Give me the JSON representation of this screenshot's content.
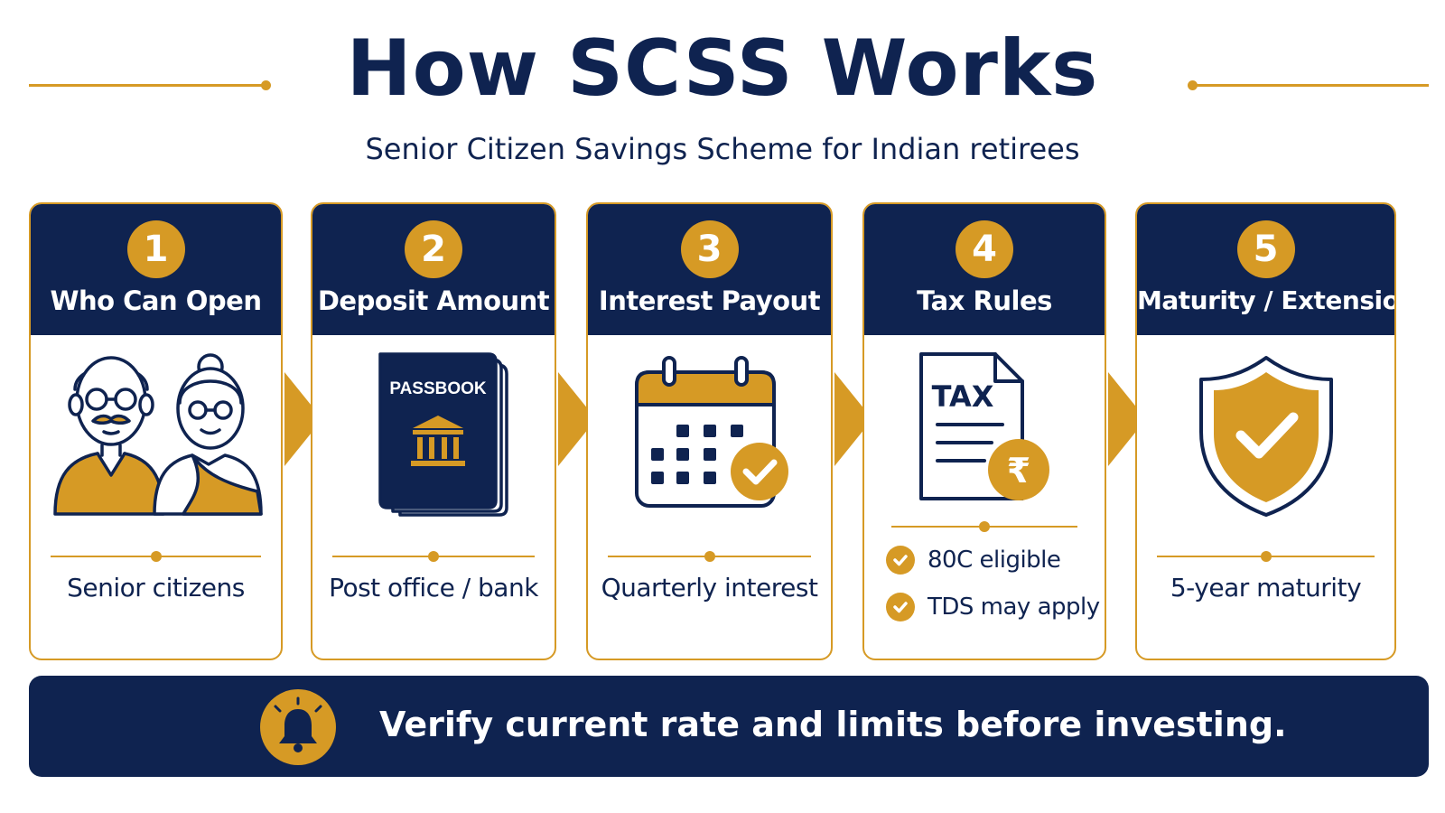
{
  "header": {
    "title": "How SCSS Works",
    "subtitle": "Senior Citizen Savings Scheme for Indian retirees"
  },
  "colors": {
    "navy": "#0f2350",
    "gold": "#d69a25",
    "background": "#ffffff"
  },
  "steps": [
    {
      "number": "1",
      "title": "Who Can Open",
      "icon": "senior-couple-icon",
      "text": "Senior citizens"
    },
    {
      "number": "2",
      "title": "Deposit Amount",
      "icon": "passbook-icon",
      "icon_label": "PASSBOOK",
      "text": "Post office / bank"
    },
    {
      "number": "3",
      "title": "Interest Payout",
      "icon": "calendar-check-icon",
      "text": "Quarterly interest"
    },
    {
      "number": "4",
      "title": "Tax Rules",
      "icon": "tax-document-icon",
      "icon_label": "TAX",
      "badge_symbol": "₹",
      "items": [
        "80C eligible",
        "TDS may apply"
      ]
    },
    {
      "number": "5",
      "title": "Maturity / Extension",
      "icon": "shield-check-icon",
      "text": "5-year maturity"
    }
  ],
  "banner": {
    "icon": "bell-icon",
    "text": "Verify current rate and limits before investing."
  }
}
